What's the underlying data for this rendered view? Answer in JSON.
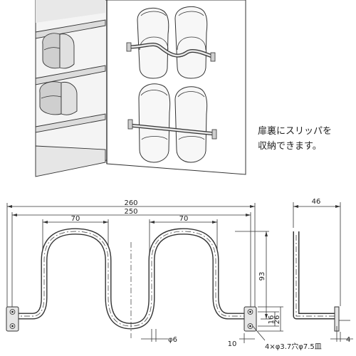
{
  "caption": {
    "line1": "扉裏にスリッパを",
    "line2": "収納できます。"
  },
  "dimensions": {
    "overall_width": "260",
    "inner_width": "250",
    "left_loop": "70",
    "right_loop": "70",
    "height": "93",
    "depth": "46",
    "rod_diameter": "φ6",
    "hole_spec": "4×φ3.7穴φ7.5皿",
    "offset": "10",
    "plate_a": "16",
    "plate_b": "26",
    "thickness": "4"
  }
}
